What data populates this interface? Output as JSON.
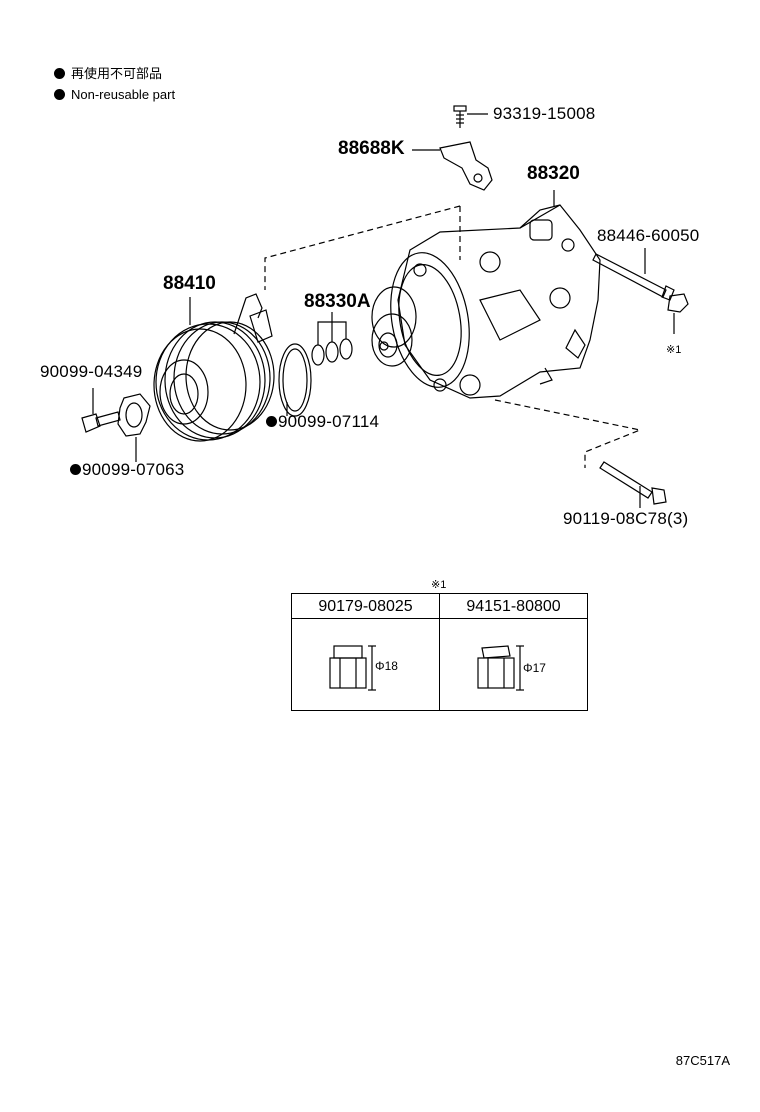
{
  "legend": {
    "jp": "再使用不可部品",
    "en": "Non-reusable part"
  },
  "parts": {
    "p93319": "93319-15008",
    "p88688K": "88688K",
    "p88320": "88320",
    "p88446": "88446-60050",
    "p88410": "88410",
    "p88330A": "88330A",
    "p90099_04349": "90099-04349",
    "p90099_07114": "90099-07114",
    "p90099_07063": "90099-07063",
    "p90119": "90119-08C78(3)"
  },
  "note_mark": "※1",
  "note_table": {
    "mark": "※1",
    "col1": {
      "part": "90179-08025",
      "size": "Φ18"
    },
    "col2": {
      "part": "94151-80800",
      "size": "Φ17"
    }
  },
  "diagram_id": "87C517A"
}
